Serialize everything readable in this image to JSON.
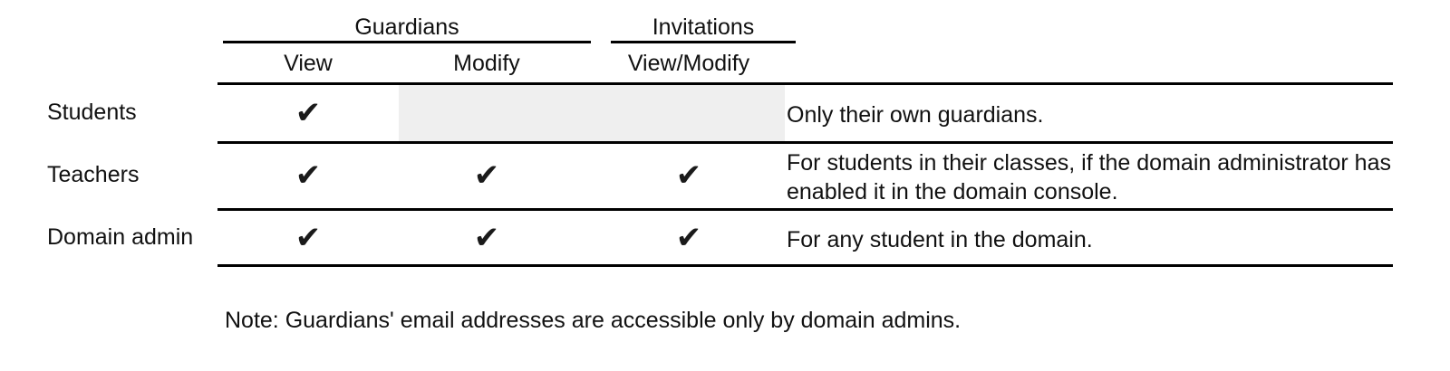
{
  "table": {
    "column_groups": [
      {
        "label": "Guardians",
        "span": 2
      },
      {
        "label": "Invitations",
        "span": 1
      }
    ],
    "columns": [
      {
        "label": "View"
      },
      {
        "label": "Modify"
      },
      {
        "label": "View/Modify"
      }
    ],
    "rows": [
      {
        "label": "Students",
        "cells": [
          {
            "value": "check",
            "glyph": "✔"
          },
          {
            "value": "disabled",
            "glyph": ""
          },
          {
            "value": "disabled",
            "glyph": ""
          }
        ],
        "description": "Only their own guardians."
      },
      {
        "label": "Teachers",
        "cells": [
          {
            "value": "check",
            "glyph": "✔"
          },
          {
            "value": "check",
            "glyph": "✔"
          },
          {
            "value": "check",
            "glyph": "✔"
          }
        ],
        "description": "For students in their classes, if the domain administrator has enabled it in the domain console."
      },
      {
        "label": "Domain admin",
        "cells": [
          {
            "value": "check",
            "glyph": "✔"
          },
          {
            "value": "check",
            "glyph": "✔"
          },
          {
            "value": "check",
            "glyph": "✔"
          }
        ],
        "description": "For any student in the domain."
      }
    ]
  },
  "note": "Note: Guardians' email addresses are accessible only by domain admins.",
  "colors": {
    "rule": "#000000",
    "text": "#111111",
    "disabled_cell": "#efefef",
    "background": "#ffffff"
  }
}
